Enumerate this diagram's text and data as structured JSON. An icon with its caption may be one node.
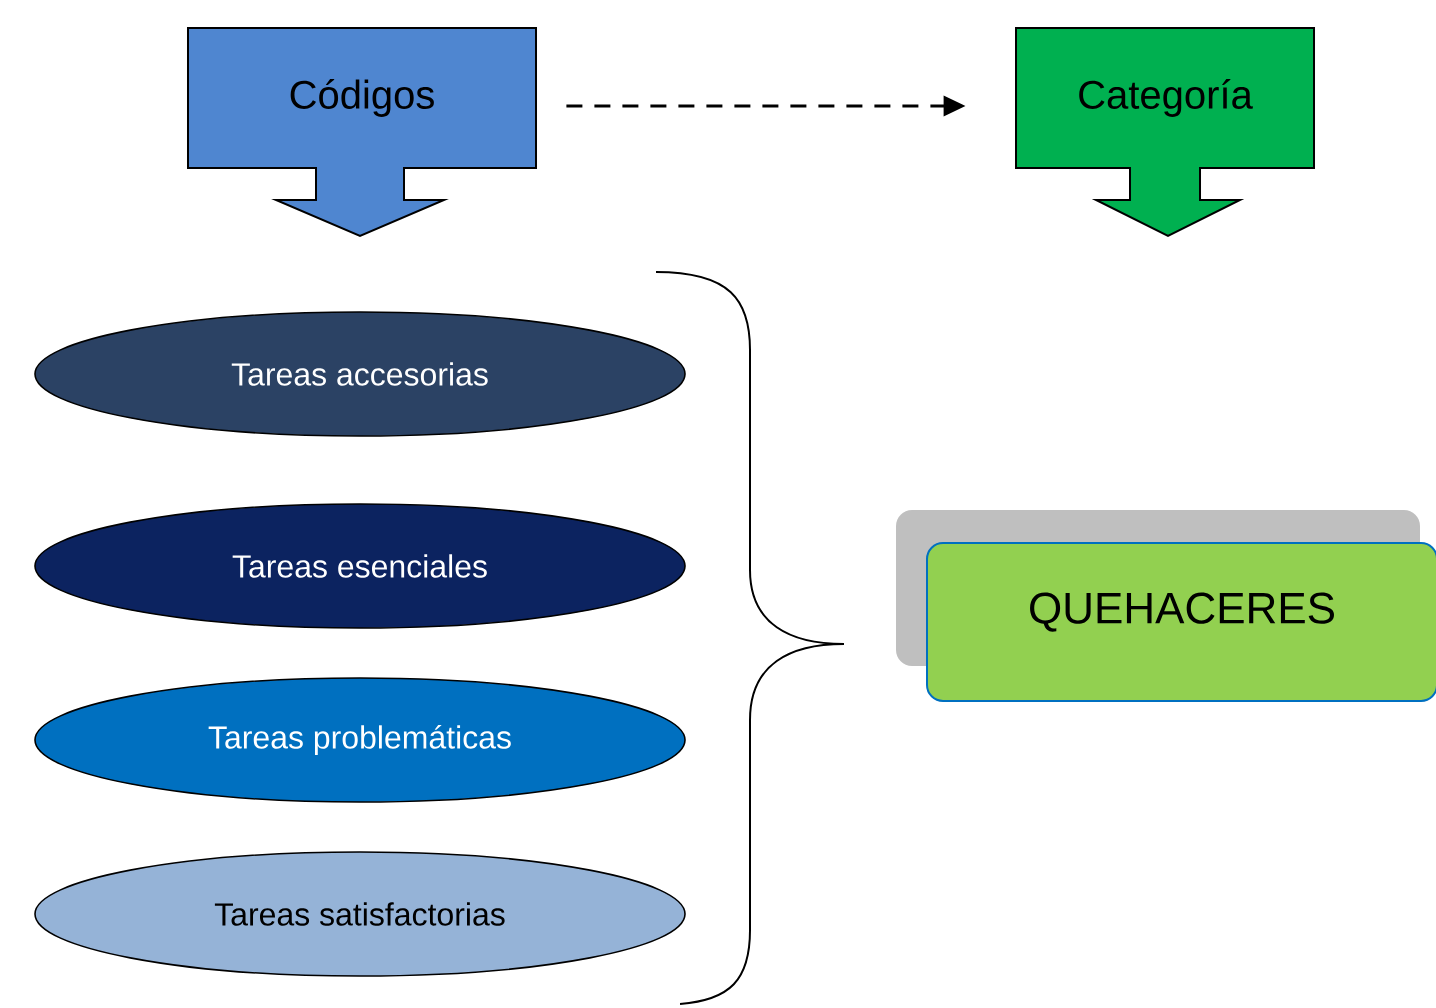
{
  "diagram": {
    "nodes": [
      {
        "text": [
          "Códigos"
        ]
      },
      {
        "text": [
          "Categoría"
        ]
      },
      {
        "text": [
          "Tareas accesorias"
        ]
      },
      {
        "text": [
          "Tareas esenciales"
        ]
      },
      {
        "text": [
          "Tareas problemáticas"
        ]
      },
      {
        "text": [
          "Tareas satisfactorias"
        ]
      },
      {
        "text": [
          "QUEHACERES"
        ]
      }
    ],
    "edges": [
      {
        "from": 0,
        "to": 1,
        "arrow": "to",
        "style": "dashed"
      }
    ]
  }
}
